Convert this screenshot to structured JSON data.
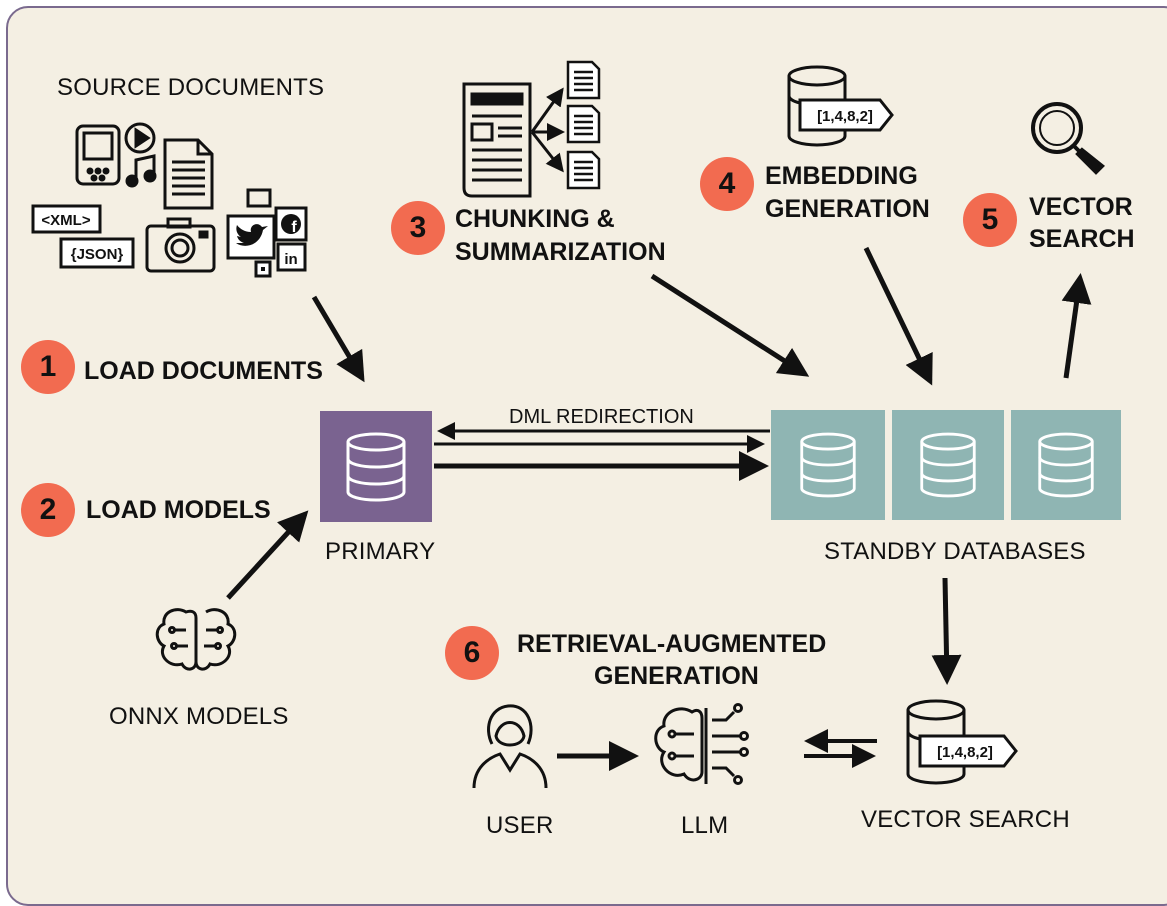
{
  "labels": {
    "source_documents": "SOURCE DOCUMENTS",
    "primary": "PRIMARY",
    "standby_databases": "STANDBY DATABASES",
    "onnx_models": "ONNX MODELS",
    "dml_redirection": "DML REDIRECTION",
    "user": "USER",
    "llm": "LLM",
    "vector_search_bottom": "VECTOR SEARCH",
    "xml_tag": "<XML>",
    "json_tag": "{JSON}",
    "vector_tag": "[1,4,8,2]"
  },
  "steps": [
    {
      "number": "1",
      "title": "LOAD DOCUMENTS"
    },
    {
      "number": "2",
      "title": "LOAD MODELS"
    },
    {
      "number": "3",
      "title_line1": "CHUNKING &",
      "title_line2": "SUMMARIZATION"
    },
    {
      "number": "4",
      "title_line1": "EMBEDDING",
      "title_line2": "GENERATION"
    },
    {
      "number": "5",
      "title_line1": "VECTOR",
      "title_line2": "SEARCH"
    },
    {
      "number": "6",
      "title_line1": "RETRIEVAL-AUGMENTED",
      "title_line2": "GENERATION"
    }
  ],
  "colors": {
    "background": "#f4efe3",
    "border": "#7a6a8e",
    "primary_db": "#7a6390",
    "standby_db": "#8fb5b3",
    "badge": "#f26b50"
  },
  "icons": [
    "database-icon",
    "document-icon",
    "tablet-icon",
    "play-icon",
    "music-icon",
    "camera-icon",
    "twitter-icon",
    "facebook-icon",
    "linkedin-icon",
    "chat-icon",
    "brain-icon",
    "user-icon",
    "magnifier-icon",
    "vector-db-icon"
  ]
}
